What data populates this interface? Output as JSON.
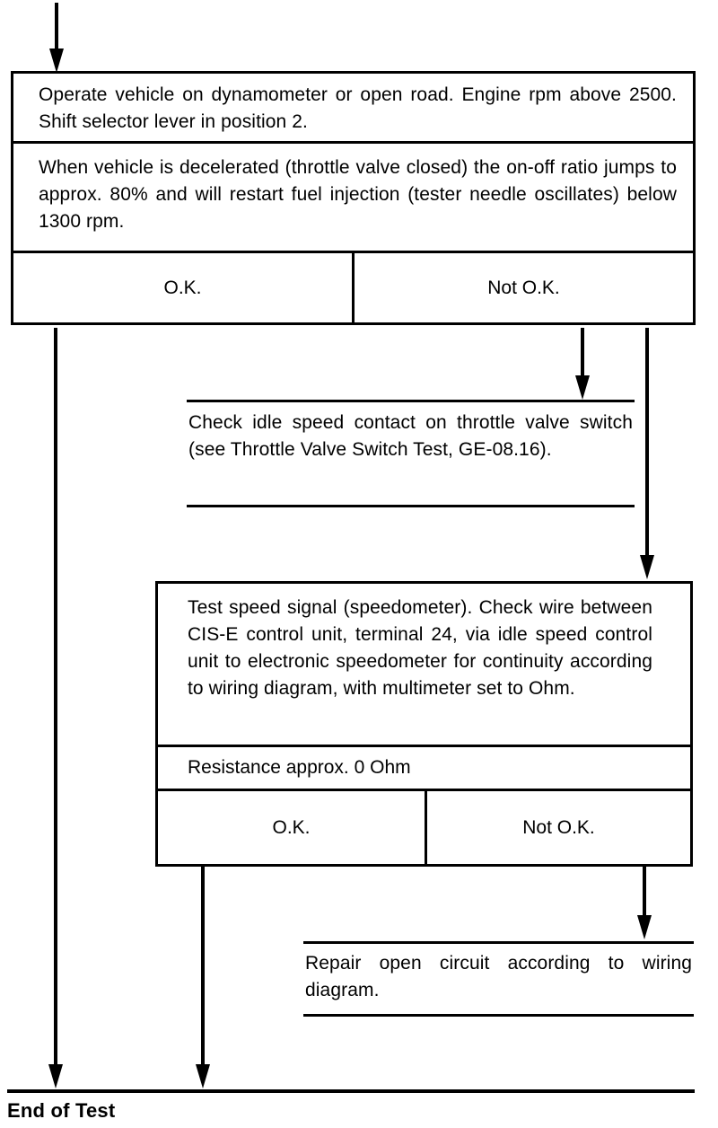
{
  "page": {
    "background": "#ffffff",
    "ink": "#000000",
    "end_label": "End of Test"
  },
  "flow": {
    "box1": {
      "row1": "Operate vehicle on dynamometer or open road. Engine rpm above 2500. Shift selector lever in position 2.",
      "row2": "When vehicle is decelerated (throttle valve closed) the on-off ratio jumps to approx. 80% and will restart fuel injection (tester needle oscillates) below 1300 rpm.",
      "ok": "O.K.",
      "not_ok": "Not O.K."
    },
    "check_box": "Check idle speed contact on throttle valve switch (see Throttle Valve Switch Test, GE-08.16).",
    "test_box": {
      "row1": "Test speed signal (speedometer). Check wire between CIS-E control unit, terminal 24, via idle speed control unit to electronic speedometer for continuity according to wiring diagram, with multimeter set to Ohm.",
      "row2": "Resistance approx. 0 Ohm",
      "ok": "O.K.",
      "not_ok": "Not O.K."
    },
    "repair_box": "Repair open circuit according to wiring diagram.",
    "connectors": [
      {
        "name": "entry-arrow",
        "from": "start",
        "to": "box1"
      },
      {
        "name": "ok1-arrow",
        "from": "box1 O.K.",
        "to": "End of Test"
      },
      {
        "name": "notok1-check-arrow",
        "from": "box1 Not O.K.",
        "to": "check_box"
      },
      {
        "name": "notok1-test-arrow",
        "from": "box1 Not O.K.",
        "to": "test_box"
      },
      {
        "name": "ok2-arrow",
        "from": "test_box O.K.",
        "to": "End of Test"
      },
      {
        "name": "notok2-repair-arrow",
        "from": "test_box Not O.K.",
        "to": "repair_box"
      }
    ]
  }
}
